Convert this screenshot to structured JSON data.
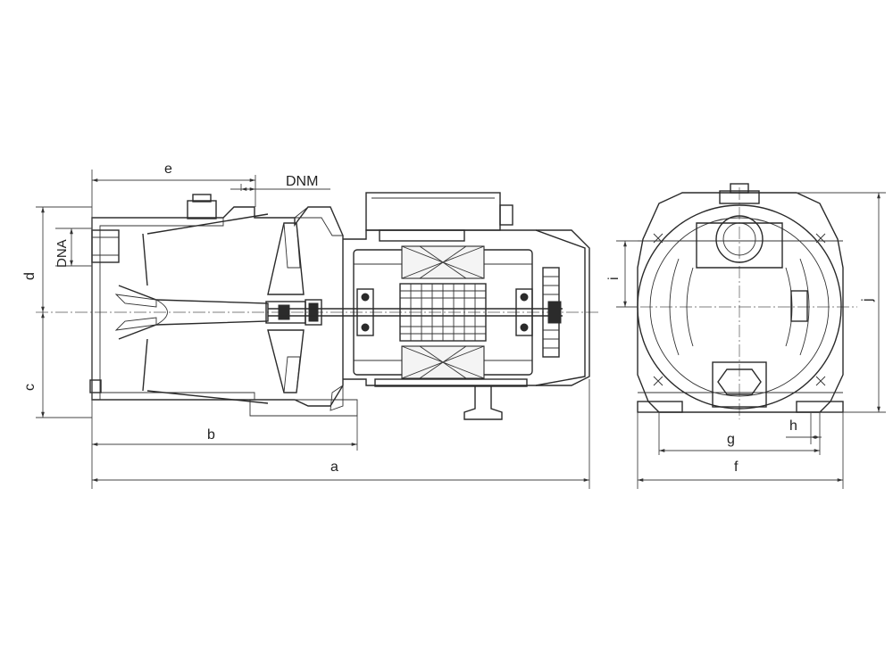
{
  "labels": {
    "a": "a",
    "b": "b",
    "c": "c",
    "d": "d",
    "e": "e",
    "f": "f",
    "g": "g",
    "h": "h",
    "i": "i",
    "j": "j",
    "dnm": "DNM",
    "dna": "DNA"
  }
}
